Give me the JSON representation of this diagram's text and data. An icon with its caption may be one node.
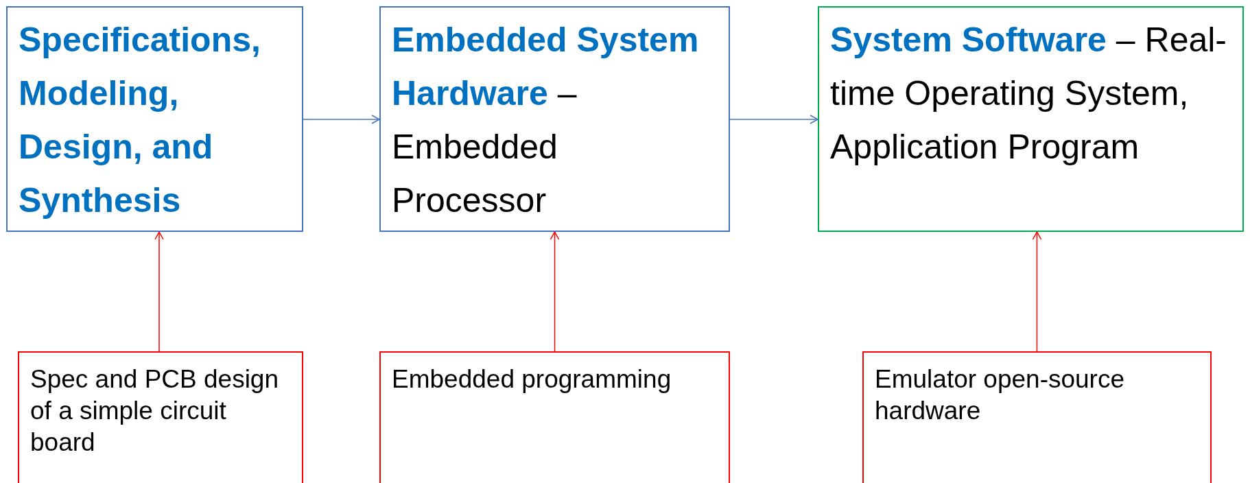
{
  "diagram": {
    "nodes": [
      {
        "text": [
          "Specifications, Modeling, Design, and Synthesis"
        ]
      },
      {
        "text": [
          "**Embedded System Hardware** – Embedded Processor"
        ]
      },
      {
        "text": [
          "**System Software** – Real-time Operating System, Application Program"
        ]
      },
      {
        "text": [
          "Spec and PCB design of a simple circuit board"
        ]
      },
      {
        "text": [
          "Embedded programming"
        ]
      },
      {
        "text": [
          "Emulator open-source hardware"
        ]
      }
    ],
    "edges": [
      {
        "from": 0,
        "to": 1,
        "arrow": "to",
        "color": "#4472c4"
      },
      {
        "from": 1,
        "to": 2,
        "arrow": "to",
        "color": "#4472c4"
      },
      {
        "from": 3,
        "to": 0,
        "arrow": "to"
      },
      {
        "from": 4,
        "to": 1,
        "arrow": "to"
      },
      {
        "from": 5,
        "to": 2,
        "arrow": "to"
      }
    ]
  }
}
